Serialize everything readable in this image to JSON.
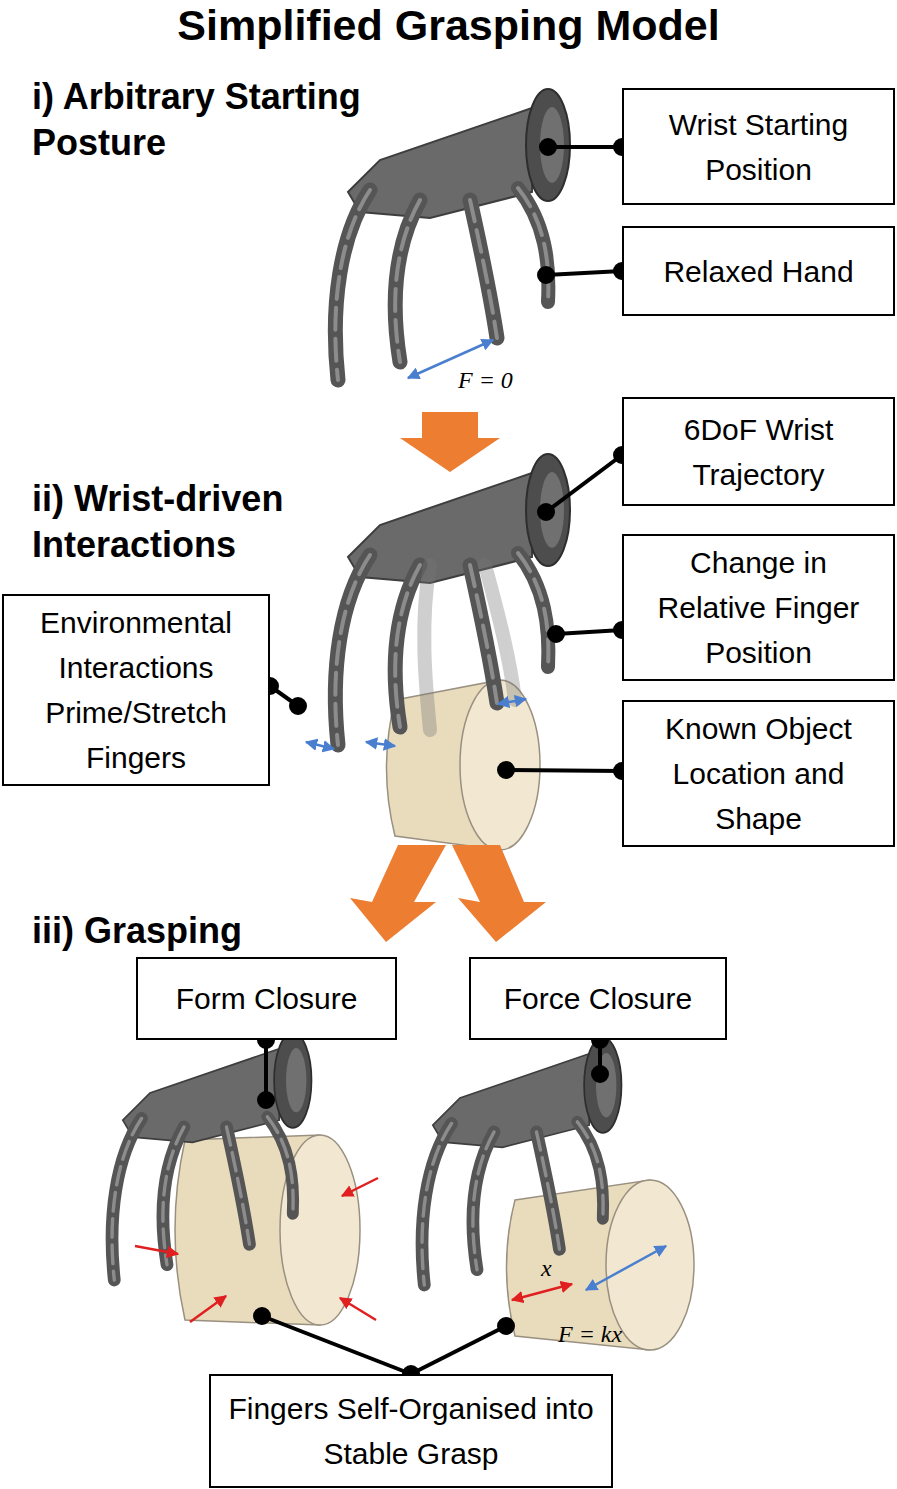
{
  "diagram": {
    "title": "Simplified Grasping Model",
    "nodes": [
      {
        "text": [
          "Wrist Starting Position"
        ]
      },
      {
        "text": [
          "Relaxed Hand"
        ]
      },
      {
        "text": [
          "6DoF Wrist Trajectory"
        ]
      },
      {
        "text": [
          "Change in Relative Finger Position"
        ]
      },
      {
        "text": [
          "Environmental Interactions Prime/Stretch Fingers"
        ]
      },
      {
        "text": [
          "Known Object Location and Shape"
        ]
      },
      {
        "text": [
          "Form Closure"
        ]
      },
      {
        "text": [
          "Force Closure"
        ]
      },
      {
        "text": [
          "Fingers Self-Organised into Stable Grasp"
        ]
      }
    ],
    "labels": [
      "i) Arbitrary Starting Posture",
      "F = 0",
      "ii) Wrist-driven Interactions",
      "iii) Grasping",
      "x",
      "F = kx"
    ]
  }
}
